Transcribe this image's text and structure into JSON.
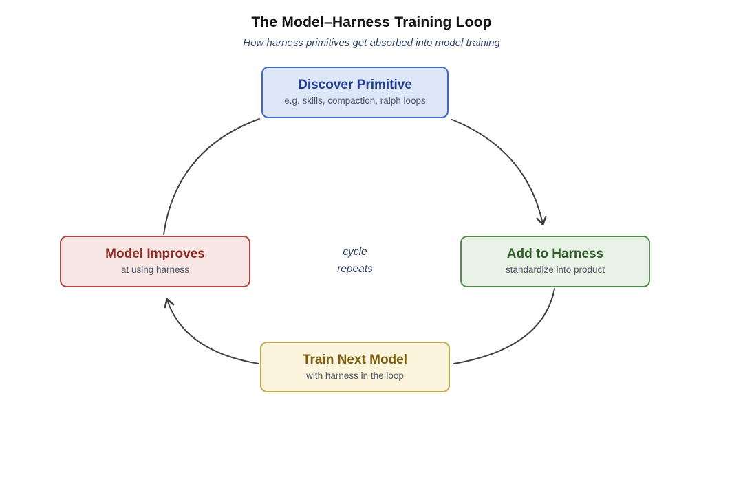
{
  "header": {
    "title": "The Model–Harness Training Loop",
    "subtitle": "How harness primitives get absorbed into model training"
  },
  "center": {
    "line1": "cycle",
    "line2": "repeats"
  },
  "nodes": [
    {
      "id": "discover-primitive",
      "title": "Discover Primitive",
      "subtitle": "e.g. skills, compaction, ralph loops",
      "fill": "#dde7f8",
      "border": "#4166c5",
      "title_color": "#203d8f"
    },
    {
      "id": "add-to-harness",
      "title": "Add to Harness",
      "subtitle": "standardize into product",
      "fill": "#e8f3e6",
      "border": "#558b50",
      "title_color": "#2d5a27"
    },
    {
      "id": "train-next-model",
      "title": "Train Next Model",
      "subtitle": "with harness in the loop",
      "fill": "#fcf4dd",
      "border": "#c0a950",
      "title_color": "#7a5d0f"
    },
    {
      "id": "model-improves",
      "title": "Model Improves",
      "subtitle": "at using harness",
      "fill": "#f9e7e6",
      "border": "#ad4a45",
      "title_color": "#8e2c24"
    }
  ],
  "colors": {
    "arrow": "#3f3f3f",
    "node_subtitle_text": "#4d5766",
    "header_subtitle_text": "#35466b",
    "center_text": "#2e3f5e"
  }
}
